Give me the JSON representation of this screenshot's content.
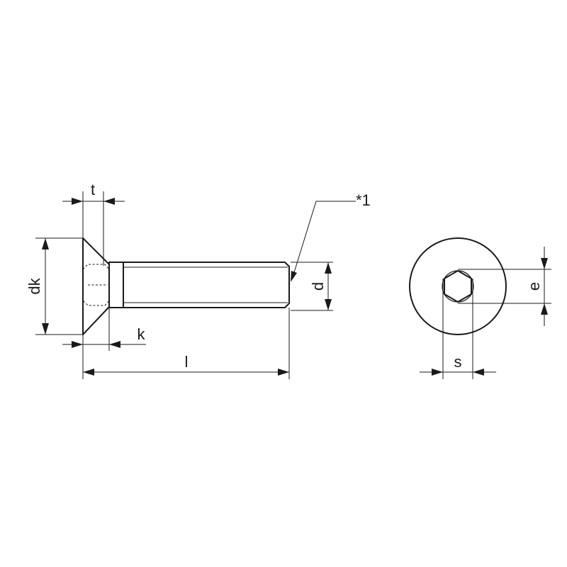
{
  "labels": {
    "t": "t",
    "dk": "dk",
    "k": "k",
    "l": "l",
    "d": "d",
    "note": "*1",
    "e": "e",
    "s": "s"
  }
}
